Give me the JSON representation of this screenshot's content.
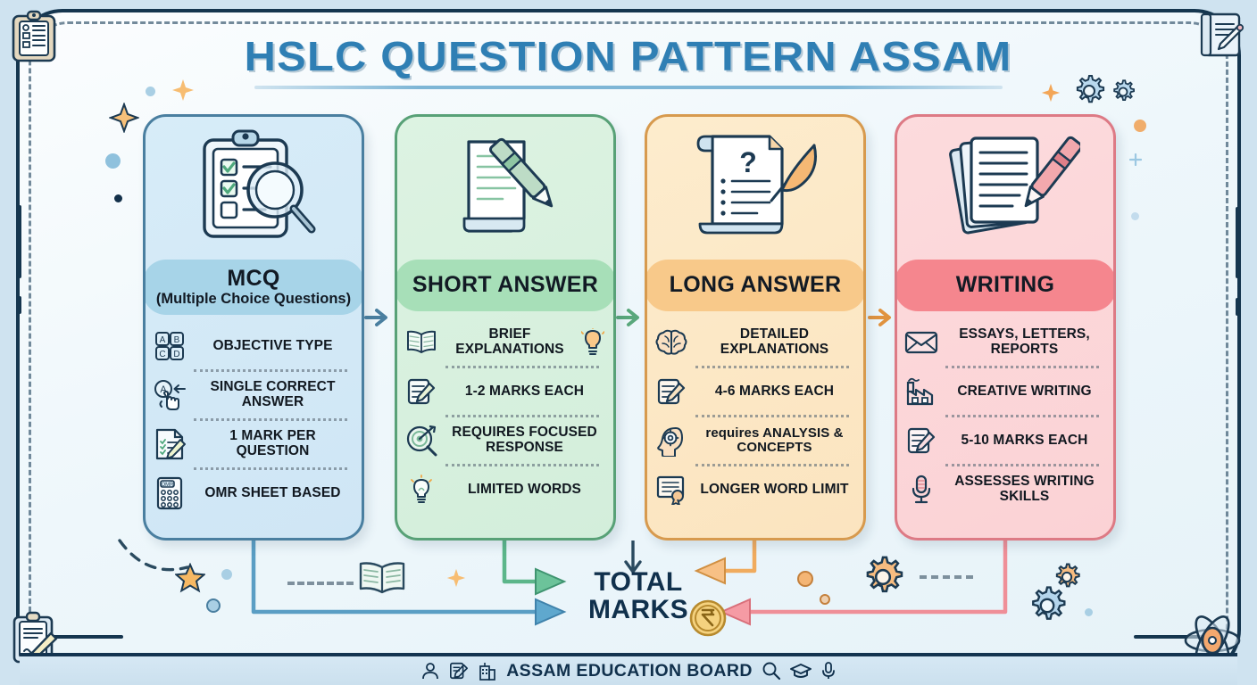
{
  "title": "HSLC QUESTION PATTERN ASSAM",
  "footer": {
    "label": "ASSAM EDUCATION BOARD",
    "left_icons": [
      "person-badge-icon",
      "note-pencil-icon",
      "institution-icon"
    ],
    "right_icons": [
      "search-icon",
      "graduation-cap-icon",
      "microphone-icon"
    ]
  },
  "summary": {
    "line1": "TOTAL",
    "line2": "MARKS",
    "coin_icon": "rupee-coin-icon"
  },
  "colors": {
    "page_background": "#cfe3f0",
    "panel_background": "#eef7fb",
    "frame_border": "#15364f",
    "title": "#2f7fb4",
    "mcq": "#a7d4e8",
    "short_answer": "#a7dfb8",
    "long_answer": "#f8c98a",
    "writing": "#f5868e",
    "total_marks_text": "#10304c"
  },
  "cards": [
    {
      "id": "mcq",
      "theme": "blue",
      "art_icon": "clipboard-magnifier-icon",
      "heading": "MCQ",
      "subheading": "(Multiple Choice Questions)",
      "features": [
        {
          "icon": "abcd-options-icon",
          "text": "OBJECTIVE TYPE"
        },
        {
          "icon": "select-answer-hand-icon",
          "text": "SINGLE CORRECT ANSWER"
        },
        {
          "icon": "marked-paper-pencil-icon",
          "text": "1 MARK PER QUESTION"
        },
        {
          "icon": "omr-sheet-icon",
          "text": "OMR SHEET BASED"
        }
      ]
    },
    {
      "id": "short-answer",
      "theme": "green",
      "art_icon": "paper-pen-icon",
      "heading": "SHORT ANSWER",
      "subheading": "",
      "features": [
        {
          "icon": "open-book-icon",
          "text": "BRIEF EXPLANATIONS",
          "trailing_icon": "lightbulb-icon"
        },
        {
          "icon": "note-pencil-icon",
          "text": "1-2 MARKS EACH"
        },
        {
          "icon": "target-magnifier-icon",
          "text": "REQUIRES FOCUSED RESPONSE"
        },
        {
          "icon": "lightbulb-icon",
          "text": "LIMITED WORDS"
        }
      ]
    },
    {
      "id": "long-answer",
      "theme": "orange",
      "art_icon": "scroll-question-feather-icon",
      "heading": "LONG ANSWER",
      "subheading": "",
      "features": [
        {
          "icon": "brain-icon",
          "text": "DETAILED EXPLANATIONS"
        },
        {
          "icon": "note-pencil-icon",
          "text": "4-6 MARKS EACH"
        },
        {
          "icon": "head-gear-icon",
          "text": "requires ANALYSIS & CONCEPTS"
        },
        {
          "icon": "certificate-icon",
          "text": "LONGER WORD LIMIT"
        }
      ]
    },
    {
      "id": "writing",
      "theme": "pink",
      "art_icon": "documents-pen-icon",
      "heading": "WRITING",
      "subheading": "",
      "features": [
        {
          "icon": "envelope-icon",
          "text": "ESSAYS, LETTERS, REPORTS"
        },
        {
          "icon": "factory-icon",
          "text": "CREATIVE WRITING"
        },
        {
          "icon": "note-pencil-icon",
          "text": "5-10 MARKS EACH"
        },
        {
          "icon": "microphone-icon",
          "text": "ASSESSES WRITING SKILLS"
        }
      ]
    }
  ],
  "connectors": [
    {
      "from": "mcq",
      "to": "short-answer",
      "style": "chevron",
      "color": "#4a7fa0"
    },
    {
      "from": "short-answer",
      "to": "long-answer",
      "style": "chevron",
      "color": "#5aa87c"
    },
    {
      "from": "long-answer",
      "to": "writing",
      "style": "chevron",
      "color": "#e0933f"
    },
    {
      "from": "mcq",
      "to": "total-marks",
      "style": "elbow-arrow",
      "color": "#5a9ec4"
    },
    {
      "from": "short-answer",
      "to": "total-marks",
      "style": "elbow-arrow",
      "color": "#5cb68a"
    },
    {
      "from": "long-answer",
      "to": "total-marks",
      "style": "elbow-arrow",
      "color": "#f0ab5e"
    },
    {
      "from": "writing",
      "to": "total-marks",
      "style": "elbow-arrow",
      "color": "#ef8f98"
    }
  ],
  "decorations": [
    "four-point-star-orange",
    "four-point-star-orange",
    "five-point-star-orange",
    "gear-blue",
    "gear-blue",
    "gear-orange",
    "gear-blue",
    "open-book-icon",
    "dot-light-blue",
    "dot-navy",
    "dot-orange",
    "corner-clipboard-icon",
    "corner-notebook-pencil-icon",
    "corner-clipboard-pencil-icon",
    "corner-atom-icon"
  ]
}
